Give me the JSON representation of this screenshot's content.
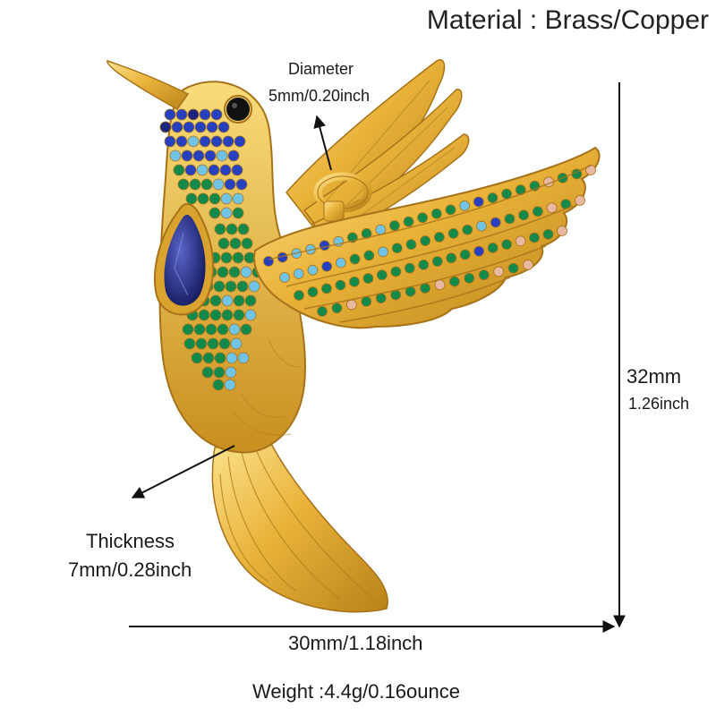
{
  "material": "Material : Brass/Copper",
  "diameter": {
    "label": "Diameter",
    "value": "5mm/0.20inch"
  },
  "height": {
    "value_mm": "32mm",
    "value_in": "1.26inch"
  },
  "thickness": {
    "label": "Thickness",
    "value": "7mm/0.28inch"
  },
  "width": {
    "value": "30mm/1.18inch"
  },
  "weight": "Weight :4.4g/0.16ounce",
  "colors": {
    "gold": "#e8b43a",
    "gold_light": "#f8dc80",
    "gold_dark": "#b5801a",
    "sapphire": "#1c2580",
    "emerald": "#138a4a",
    "aqua": "#6fc4e8",
    "blue": "#2640c0",
    "peach": "#e8b8a0"
  },
  "pendant": {
    "subject": "hummingbird pendant",
    "icon": "hummingbird-icon"
  }
}
